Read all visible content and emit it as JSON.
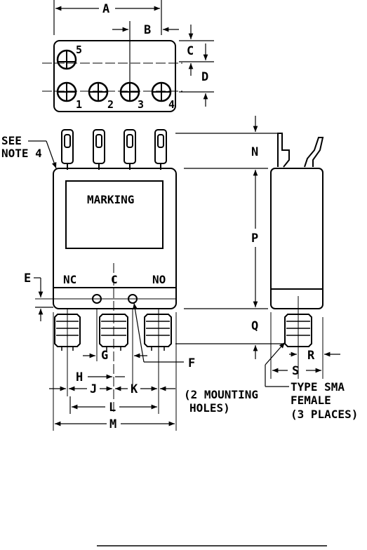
{
  "dims": {
    "A": "A",
    "B": "B",
    "C": "C",
    "D": "D",
    "E": "E",
    "F": "F",
    "G": "G",
    "H": "H",
    "J": "J",
    "K": "K",
    "L": "L",
    "M": "M",
    "N": "N",
    "P": "P",
    "Q": "Q",
    "R": "R",
    "S": "S"
  },
  "pins": {
    "p1": "1",
    "p2": "2",
    "p3": "3",
    "p4": "4",
    "p5": "5"
  },
  "labels": {
    "see_note_1": "SEE",
    "see_note_2": "NOTE 4",
    "marking": "MARKING",
    "nc": "NC",
    "c": "C",
    "no": "NO",
    "holes_1": "(2 MOUNTING",
    "holes_2": "HOLES)",
    "sma_1": "TYPE SMA",
    "sma_2": "FEMALE",
    "sma_3": "(3 PLACES)"
  }
}
